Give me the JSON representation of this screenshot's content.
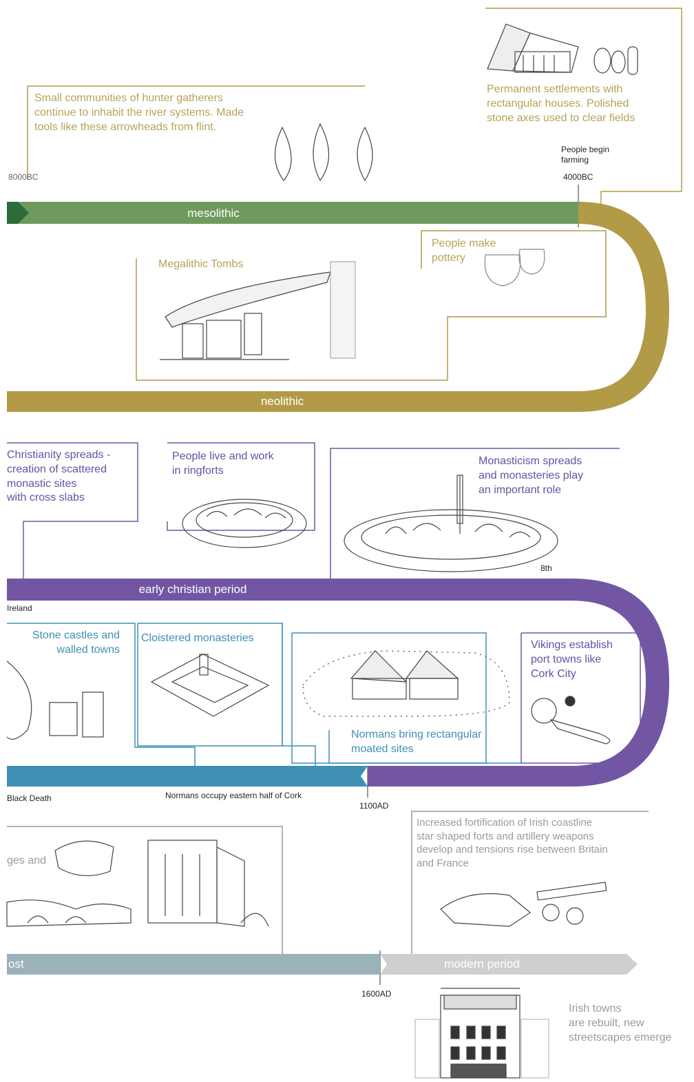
{
  "colors": {
    "mesolithic": "#6f9a5e",
    "mesolithic_dark": "#2f6a3a",
    "neolithic": "#b39a47",
    "early_christian": "#7256a4",
    "medieval": "#3f8fb4",
    "post_medieval": "#9cb2bb",
    "modern": "#cfcfcf",
    "olive_text": "#b8a257",
    "purple_text": "#6651a4",
    "blue_text": "#3f8fb4",
    "grey_text": "#9a9a9a"
  },
  "periods": {
    "mesolithic": "mesolithic",
    "neolithic": "neolithic",
    "early_christian": "early christian period",
    "post_medieval": "ost",
    "modern": "modern period"
  },
  "dates": {
    "d8000": "8000BC",
    "d4000": "4000BC",
    "d1100": "1100AD",
    "d1600": "1600AD"
  },
  "events": {
    "farming": "People begin\nfarming",
    "ireland": "Ireland",
    "black_death": "Black Death",
    "normans_occupy": "Normans occupy eastern half of Cork"
  },
  "captions": {
    "hunter_gatherers": "Small communities of hunter gatherers\ncontinue to inhabit the river systems. Made\ntools like these arrowheads from flint.",
    "settlements": "Permanent settlements with\nrectangular houses. Polished\nstone axes used to clear fields",
    "pottery": "People make\npottery",
    "megalithic": "Megalithic Tombs",
    "christianity": "Christianity spreads -\ncreation of scattered\nmonastic sites\nwith cross slabs",
    "ringforts": "People live and work\nin ringforts",
    "monasticism": "Monasticism spreads\nand monasteries play\nan important role",
    "stone_castles": "Stone castles and\nwalled towns",
    "cloistered": "Cloistered monasteries",
    "vikings": "Vikings establish\nport towns like\nCork City",
    "normans_moated": "Normans bring rectangular\nmoated sites",
    "fortification": "Increased fortification of Irish coastline\nstar shaped forts and artillery weapons\ndevelop and tensions rise between Britain\nand France",
    "bridges": "ges and",
    "towns": "Irish towns\nare rebuilt, new\nstreetscapes emerge",
    "monastery_date": "8th"
  }
}
